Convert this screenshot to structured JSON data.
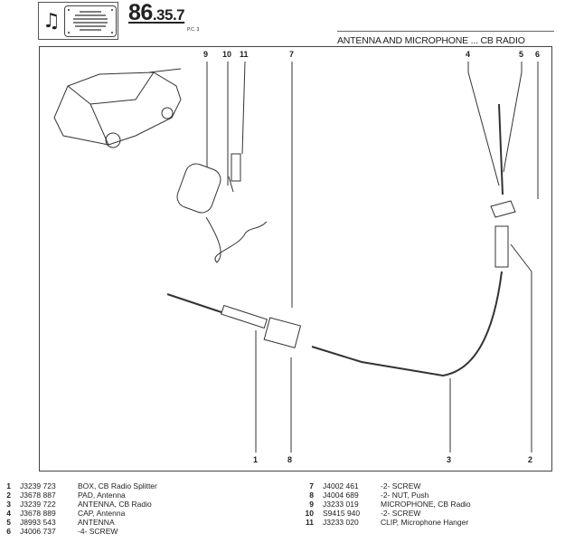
{
  "header": {
    "page_major": "86",
    "page_minor": ".35",
    "page_sub": ".7",
    "pc_label": "P.C. 3",
    "title": "ANTENNA AND MICROPHONE ... CB RADIO",
    "logo_icon": "music-note-speaker-icon"
  },
  "callouts_top": [
    "9",
    "10",
    "11",
    "7",
    "4",
    "5",
    "6"
  ],
  "callouts_bottom": [
    "1",
    "8",
    "3",
    "2"
  ],
  "parts": [
    {
      "no": "1",
      "part": "J3239 723",
      "desc": "BOX, CB Radio Splitter"
    },
    {
      "no": "2",
      "part": "J3678 887",
      "desc": "PAD, Antenna"
    },
    {
      "no": "3",
      "part": "J3239 722",
      "desc": "ANTENNA, CB Radio"
    },
    {
      "no": "4",
      "part": "J3678 889",
      "desc": "CAP, Antenna"
    },
    {
      "no": "5",
      "part": "J8993 543",
      "desc": "ANTENNA"
    },
    {
      "no": "6",
      "part": "J4006 737",
      "desc": "-4- SCREW"
    },
    {
      "no": "7",
      "part": "J4002 461",
      "desc": "-2- SCREW"
    },
    {
      "no": "8",
      "part": "J4004 689",
      "desc": "-2- NUT, Push"
    },
    {
      "no": "9",
      "part": "J3233 019",
      "desc": "MICROPHONE, CB Radio"
    },
    {
      "no": "10",
      "part": "S9415 940",
      "desc": "-2- SCREW"
    },
    {
      "no": "11",
      "part": "J3233 020",
      "desc": "CLIP, Microphone Hanger"
    }
  ]
}
